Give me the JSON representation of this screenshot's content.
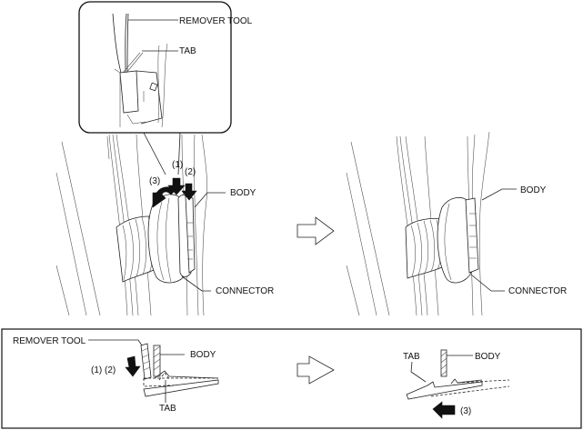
{
  "figure": {
    "description": "Connector removal procedure illustration",
    "inset": {
      "remover_tool_label": "REMOVER TOOL",
      "tab_label": "TAB"
    },
    "before": {
      "step1": "(1)",
      "step2": "(2)",
      "step3": "(3)",
      "body_label": "BODY",
      "connector_label": "CONNECTOR"
    },
    "after": {
      "body_label": "BODY",
      "connector_label": "CONNECTOR"
    },
    "detail_before": {
      "remover_tool_label": "REMOVER TOOL",
      "body_label": "BODY",
      "steps_label": "(1)  (2)",
      "tab_label": "TAB"
    },
    "detail_after": {
      "tab_label": "TAB",
      "body_label": "BODY",
      "step3": "(3)"
    },
    "icons": {
      "transition_arrow": "hollow-right-arrow",
      "push_arrow": "solid-down-arrow",
      "rotate_arrow": "curved-arrow",
      "pull_arrow": "solid-left-arrow"
    }
  }
}
